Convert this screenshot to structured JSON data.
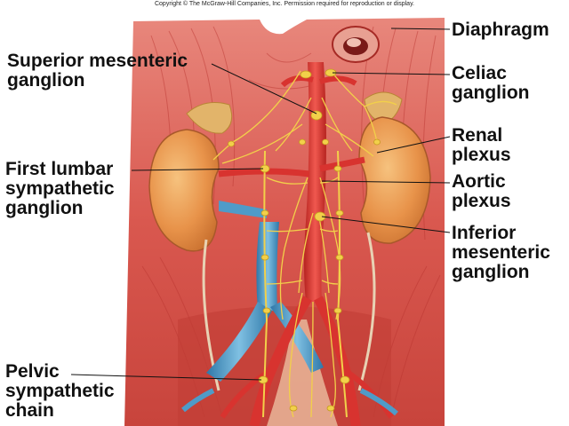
{
  "copyright": "Copyright © The McGraw-Hill Companies, Inc. Permission required for reproduction or display.",
  "labels": {
    "diaphragm": [
      "Diaphragm"
    ],
    "superior_mesenteric": [
      "Superior mesenteric",
      "ganglion"
    ],
    "celiac": [
      "Celiac",
      "ganglion"
    ],
    "renal": [
      "Renal",
      "plexus"
    ],
    "first_lumbar": [
      "First lumbar",
      "sympathetic",
      "ganglion"
    ],
    "aortic": [
      "Aortic",
      "plexus"
    ],
    "inferior_mesenteric": [
      "Inferior",
      "mesenteric",
      "ganglion"
    ],
    "pelvic": [
      "Pelvic",
      "sympathetic",
      "chain"
    ]
  },
  "colors": {
    "muscle": "#d9584f",
    "muscle_dark": "#b8332e",
    "kidney": "#e89a4a",
    "adrenal": "#e2b46a",
    "artery": "#d8332f",
    "vein": "#4f9bc8",
    "nerve": "#f2d04a",
    "leader": "#111111"
  }
}
